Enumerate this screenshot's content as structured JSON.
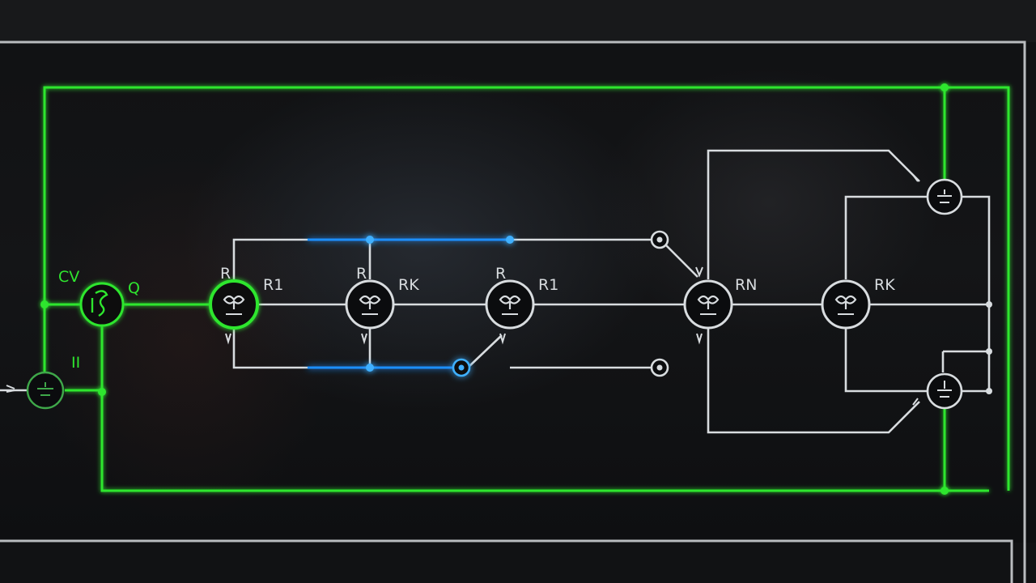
{
  "colors": {
    "green": "#2fe62f",
    "blue": "#1e8fff",
    "white": "#d8dcdf",
    "frame": "#b9bcbf"
  },
  "labels": {
    "source_left": "CV",
    "source_right": "Q",
    "source_lower": "II",
    "node1_top": "R",
    "node1_right": "R1",
    "node2_top": "R",
    "node2_right": "RK",
    "node3_top": "R",
    "node3_right": "R1",
    "node4_right": "RN",
    "node5_right": "RK"
  }
}
